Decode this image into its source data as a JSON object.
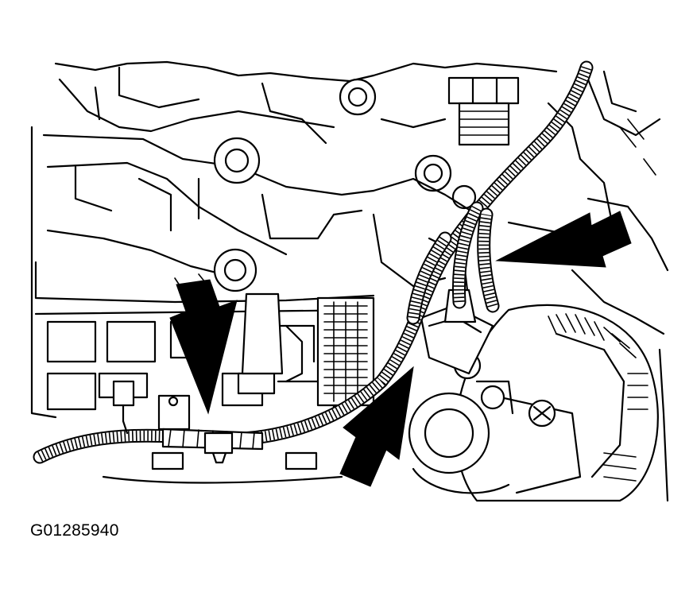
{
  "figure": {
    "code": "G01285940"
  },
  "colors": {
    "line": "#000000",
    "background": "#ffffff"
  },
  "callouts": [
    {
      "name": "arrow-upper-right",
      "direction": "left"
    },
    {
      "name": "arrow-center",
      "direction": "up-right"
    },
    {
      "name": "arrow-left",
      "direction": "down"
    }
  ]
}
